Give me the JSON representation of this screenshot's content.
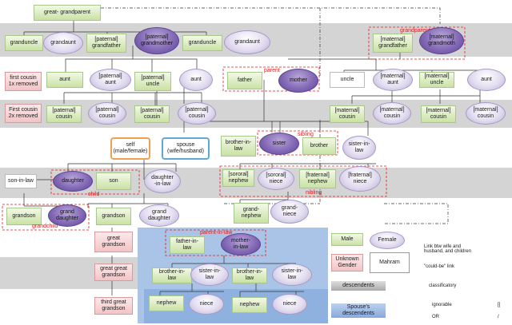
{
  "nodes": {
    "great_grandparent": "great- grandparent",
    "granduncle_l": "granduncle",
    "grandaunt_l": "grandaunt",
    "pat_grandfather": "[paternal]\ngrandfather",
    "pat_grandmother": "[paternal]\ngrandmother",
    "granduncle_r": "granduncle",
    "grandaunt_r": "grandaunt",
    "mat_grandfather": "[maternal]\ngrandfather",
    "mat_grandmother": "[maternal]\ngrandmoth",
    "first_cousin_1x": "first cousin\n1x removed",
    "aunt_l": "aunt",
    "pat_aunt": "[paternal]\naunt",
    "pat_uncle": "[paternal]\nuncle",
    "aunt_m": "aunt",
    "father": "father",
    "mother": "mother",
    "uncle_r": "uncle",
    "mat_aunt": "[maternal]\naunt",
    "mat_uncle": "[maternal]\nuncle",
    "aunt_r": "aunt",
    "first_cousin_2x": "First cousin\n2x removed",
    "pat_cousin_1": "[paternal]\ncousin",
    "pat_cousin_2": "[paternal]\ncousin",
    "pat_cousin_3": "[paternal]\ncousin",
    "pat_cousin_4": "[paternal]\ncousin",
    "mat_cousin_1": "[maternal]\ncousin",
    "mat_cousin_2": "[maternal]\ncousin",
    "mat_cousin_3": "[maternal]\ncousin",
    "mat_cousin_4": "[maternal]\ncousin",
    "self": "self\n(male/female)",
    "spouse": "spouse\n(wife/husband)",
    "brother_in_law_top": "brother-in-\nlaw",
    "sister": "sister",
    "brother": "brother",
    "sister_in_law_top": "sister-in-\nlaw",
    "son_in_law": "son-in-law",
    "daughter": "daughter",
    "son": "son",
    "daughter_in_law": "daughter\n-in-law",
    "sor_nephew": "[sororal]\nnephew",
    "sor_niece": "[sororal]\nniece",
    "fra_nephew": "[fraternal]\nnephew",
    "fra_niece": "[fraternal]\nniece",
    "grandson_l": "grandson",
    "granddaughter_l": "grand\ndaughter",
    "grandson_m": "grandson",
    "granddaughter_m": "grand\ndaughter",
    "grand_nephew": "grand-\nnephew",
    "grand_niece": "grand-\nniece",
    "great_grandson": "great\ngrandson",
    "ggg": "great great\ngrandson",
    "third_great": "third great\ngrandson",
    "father_in_law": "father-in-\nlaw",
    "mother_in_law": "mother-\nin-law",
    "bro_in_law_b": "brother-in-\nlaw",
    "sis_in_law_b": "sister-in-\nlaw",
    "bro_in_law_b2": "brother-in-\nlaw",
    "sis_in_law_b2": "sister-in-\nlaw",
    "nephew_b1": "nephew",
    "niece_b1": "niece",
    "nephew_b2": "nephew",
    "niece_b2": "niece"
  },
  "labels": {
    "grandparent": "grandparent",
    "parent": "parent",
    "sibling": "sibling",
    "child": "child",
    "nibling": "nibling",
    "grandchild": "grandchild",
    "parent_in_law": "parent-in-law"
  },
  "legend": {
    "male": "Male",
    "female": "Female",
    "unknown": "Unknown\nGender",
    "mahram": "Mahram",
    "link_text": "Link btw wife and\nhusband, and children",
    "could_be": "\"could-be\" link",
    "descendents": "descendents",
    "classificatory": "classificatory",
    "spouse_desc": "Spouse's\ndescendents",
    "ignorable": "ignorable",
    "ignorable_sym": "[]",
    "or": "OR",
    "or_sym": "/"
  }
}
